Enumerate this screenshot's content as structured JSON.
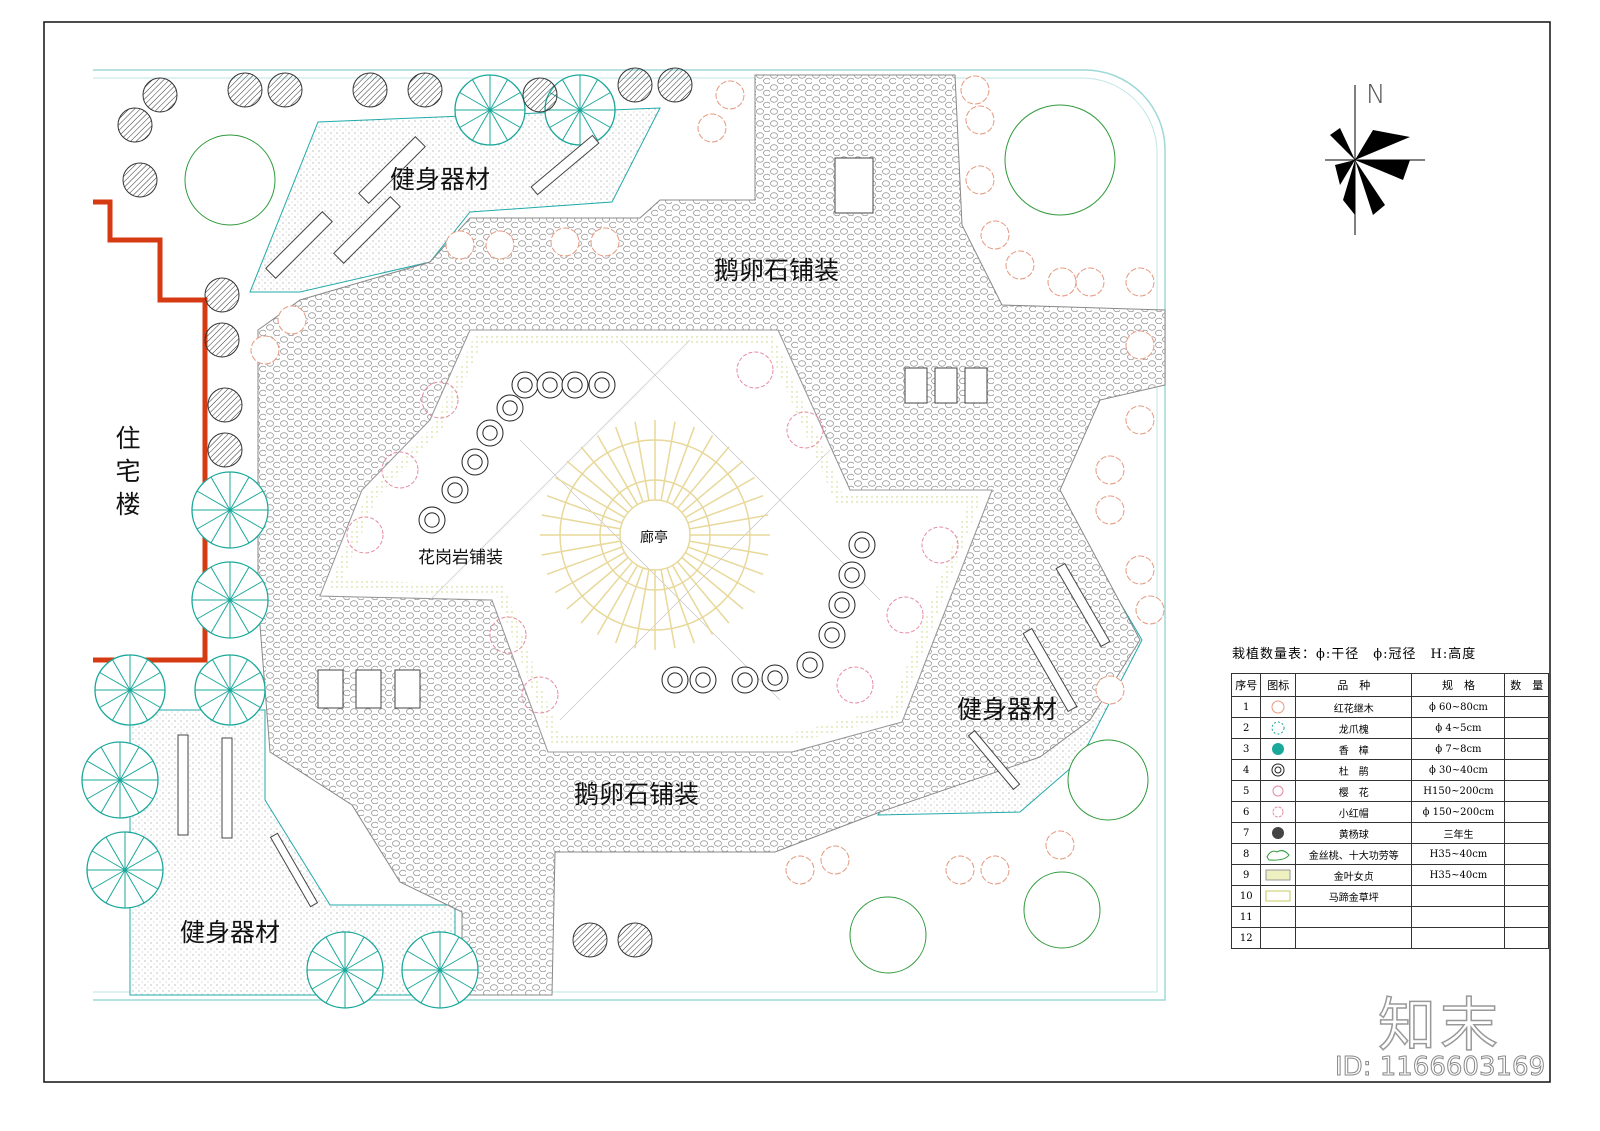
{
  "plan": {
    "north_label": "N",
    "residential_label": "住宅楼",
    "pavilion_label": "廊亭",
    "granite_label": "花岗岩铺装",
    "pebble_labels": [
      "鹅卵石铺装",
      "鹅卵石铺装"
    ],
    "fitness_labels": [
      "健身器材",
      "健身器材",
      "健身器材"
    ],
    "colors": {
      "boundary_red": "#d63a12",
      "tree_cyan": "#1aa89a",
      "shrub_green": "#2e9a3a",
      "pink": "#e58aa0",
      "paving_gray": "#9a9a9a",
      "pavilion_yellow": "#e8d89a"
    }
  },
  "legend": {
    "title": "栽植数量表：ϕ:干径　ϕ:冠径　H:高度",
    "headers": [
      "序号",
      "图标",
      "品　种",
      "规　格",
      "数　量"
    ],
    "rows": [
      {
        "no": "1",
        "icon": "red-flower-shrub-icon",
        "name": "红花继木",
        "spec": "ϕ 60~80cm",
        "qty": ""
      },
      {
        "no": "2",
        "icon": "dashed-circle-tree-icon",
        "name": "龙爪槐",
        "spec": "ϕ 4~5cm",
        "qty": ""
      },
      {
        "no": "3",
        "icon": "camphor-tree-icon",
        "name": "香　樟",
        "spec": "ϕ 7~8cm",
        "qty": ""
      },
      {
        "no": "4",
        "icon": "azalea-ring-icon",
        "name": "杜　鹃",
        "spec": "ϕ 30~40cm",
        "qty": ""
      },
      {
        "no": "5",
        "icon": "cherry-blossom-icon",
        "name": "樱　花",
        "spec": "H150~200cm",
        "qty": ""
      },
      {
        "no": "6",
        "icon": "small-red-cap-icon",
        "name": "小红帽",
        "spec": "ϕ 150~200cm",
        "qty": ""
      },
      {
        "no": "7",
        "icon": "boxwood-ball-icon",
        "name": "黄杨球",
        "spec": "三年生",
        "qty": ""
      },
      {
        "no": "8",
        "icon": "shrub-mass-icon",
        "name": "金丝桃、十大功劳等",
        "spec": "H35~40cm",
        "qty": ""
      },
      {
        "no": "9",
        "icon": "golden-privet-icon",
        "name": "金叶女贞",
        "spec": "H35~40cm",
        "qty": ""
      },
      {
        "no": "10",
        "icon": "lawn-icon",
        "name": "马蹄金草坪",
        "spec": "",
        "qty": ""
      },
      {
        "no": "11",
        "icon": "",
        "name": "",
        "spec": "",
        "qty": ""
      },
      {
        "no": "12",
        "icon": "",
        "name": "",
        "spec": "",
        "qty": ""
      }
    ]
  },
  "watermark": {
    "logo": "知末",
    "id": "ID: 1166603169"
  }
}
